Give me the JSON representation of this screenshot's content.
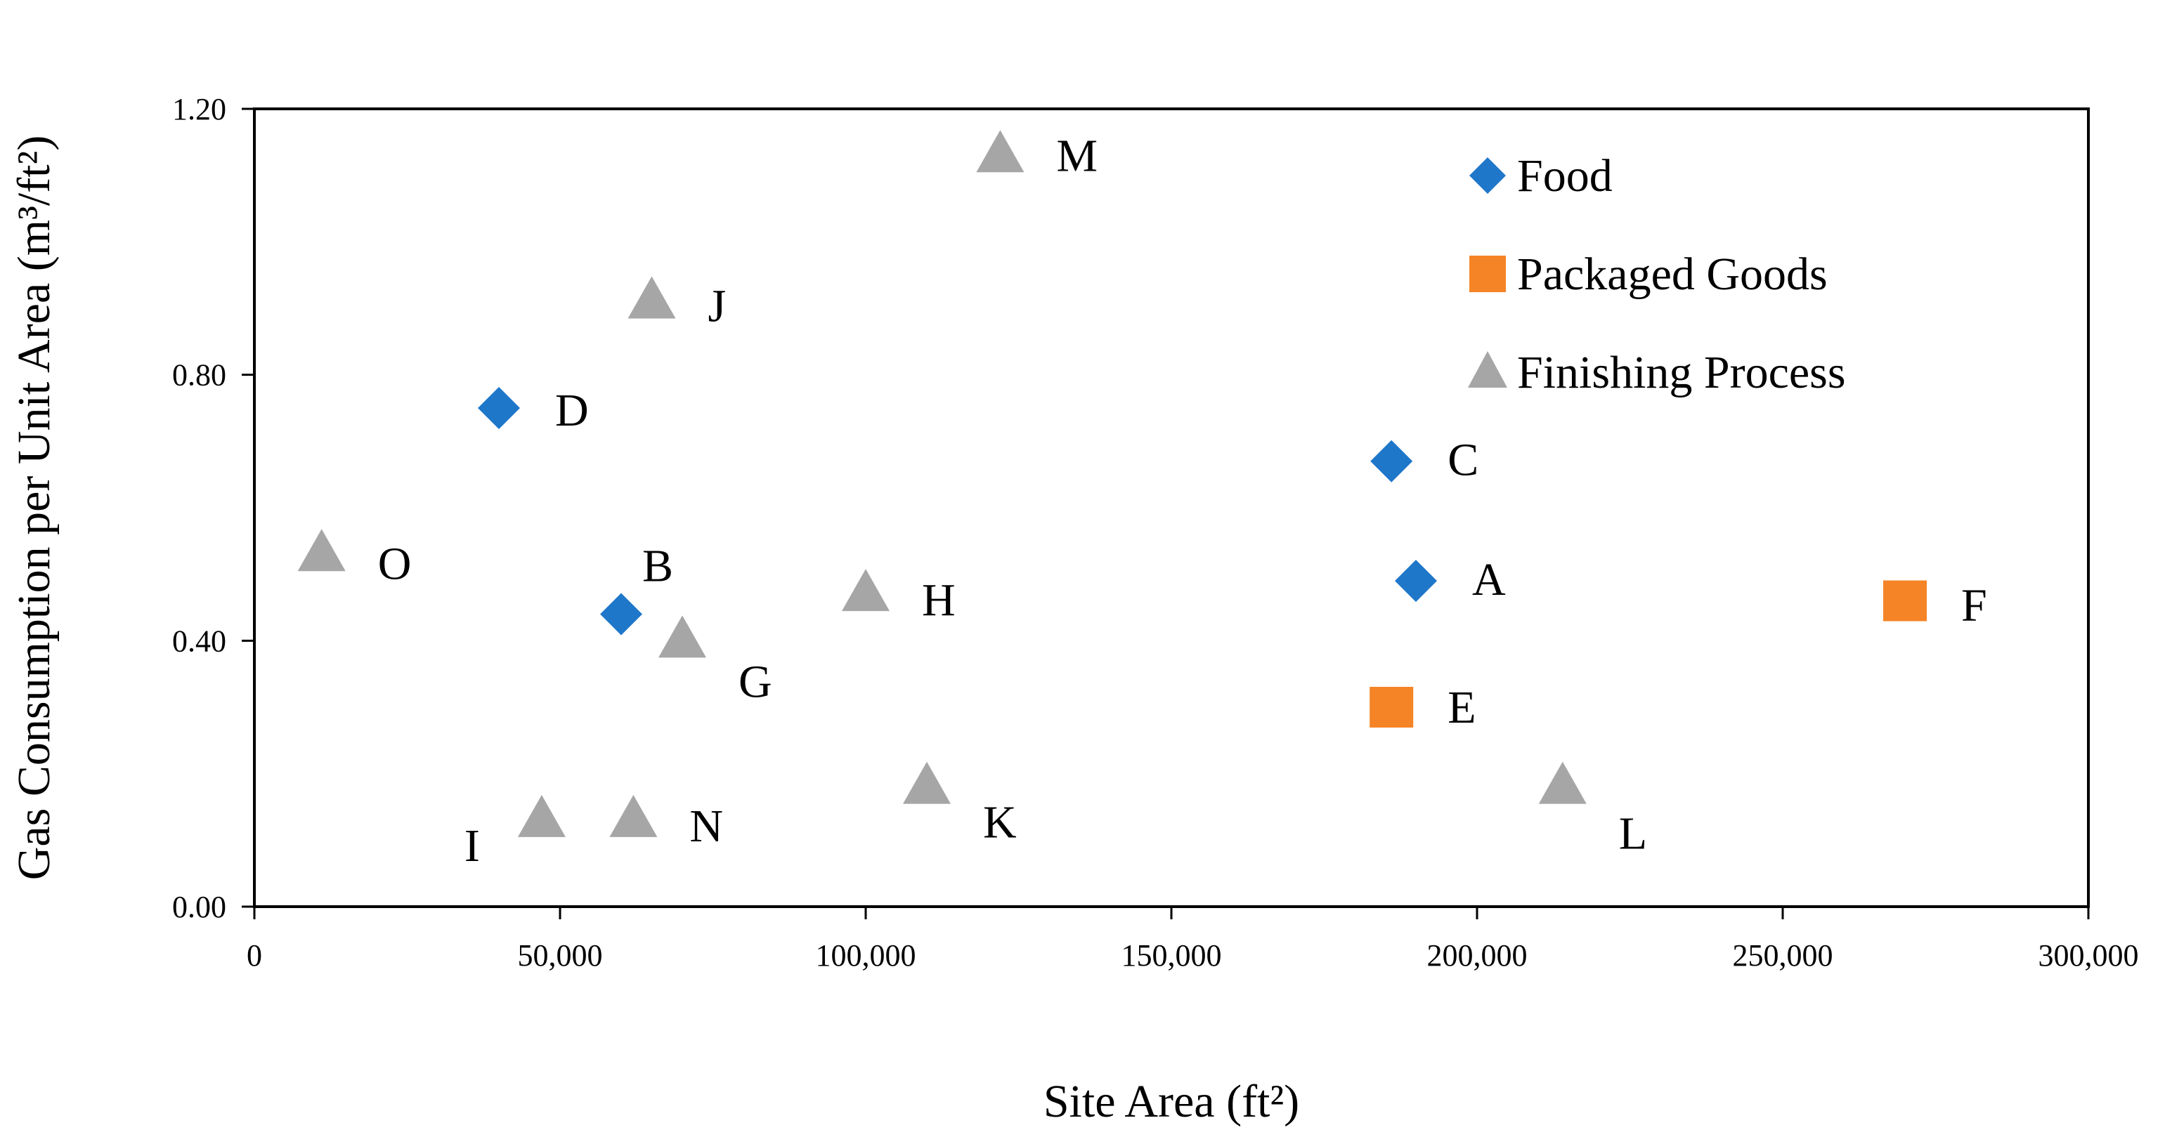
{
  "chart_data": {
    "type": "scatter",
    "xlabel": "Site Area (ft²)",
    "ylabel": "Gas Consumption per Unit Area (m³/ft²)",
    "xlim": [
      0,
      300000
    ],
    "ylim": [
      0,
      1.2
    ],
    "x_ticks": [
      "0",
      "50,000",
      "100,000",
      "150,000",
      "200,000",
      "250,000",
      "300,000"
    ],
    "x_tick_values": [
      0,
      50000,
      100000,
      150000,
      200000,
      250000,
      300000
    ],
    "y_ticks": [
      "0.00",
      "0.40",
      "0.80",
      "1.20"
    ],
    "y_tick_values": [
      0,
      0.4,
      0.8,
      1.2
    ],
    "grid": false,
    "legend_position": "top-right",
    "series": [
      {
        "name": "Food",
        "marker": "diamond",
        "color": "#1F77C9",
        "points": [
          {
            "label": "D",
            "x": 40000,
            "y": 0.75
          },
          {
            "label": "B",
            "x": 60000,
            "y": 0.44
          },
          {
            "label": "C",
            "x": 186000,
            "y": 0.67
          },
          {
            "label": "A",
            "x": 190000,
            "y": 0.49
          }
        ]
      },
      {
        "name": "Packaged Goods",
        "marker": "square",
        "color": "#F58426",
        "points": [
          {
            "label": "E",
            "x": 186000,
            "y": 0.3
          },
          {
            "label": "F",
            "x": 270000,
            "y": 0.46
          }
        ]
      },
      {
        "name": "Finishing Process",
        "marker": "triangle",
        "color": "#A6A6A6",
        "points": [
          {
            "label": "M",
            "x": 122000,
            "y": 1.13
          },
          {
            "label": "J",
            "x": 65000,
            "y": 0.91
          },
          {
            "label": "O",
            "x": 11000,
            "y": 0.53
          },
          {
            "label": "H",
            "x": 100000,
            "y": 0.47
          },
          {
            "label": "G",
            "x": 70000,
            "y": 0.4
          },
          {
            "label": "K",
            "x": 110000,
            "y": 0.18
          },
          {
            "label": "L",
            "x": 214000,
            "y": 0.18
          },
          {
            "label": "I",
            "x": 47000,
            "y": 0.13
          },
          {
            "label": "N",
            "x": 62000,
            "y": 0.13
          }
        ]
      }
    ]
  }
}
